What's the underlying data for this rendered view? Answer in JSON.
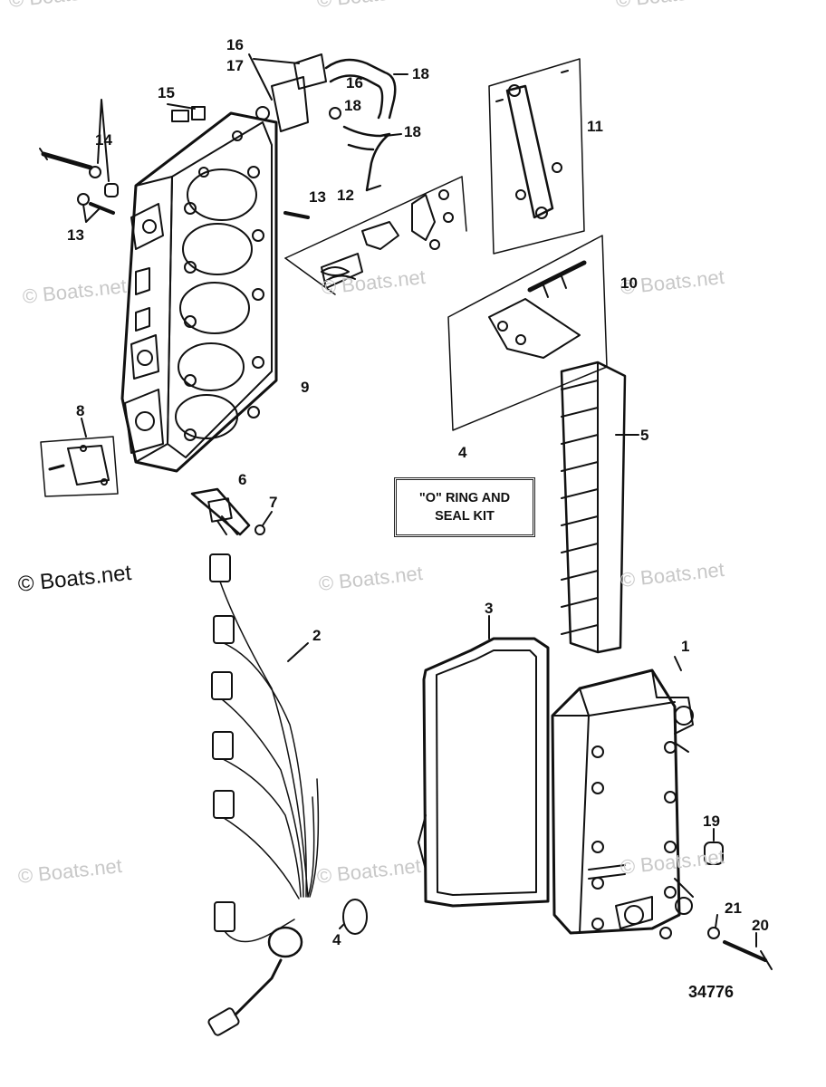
{
  "watermark": {
    "text": "© Boats.net"
  },
  "callouts": {
    "c1": "1",
    "c2": "2",
    "c3": "3",
    "c4a": "4",
    "c4b": "4",
    "c5": "5",
    "c6": "6",
    "c7": "7",
    "c8": "8",
    "c9": "9",
    "c10": "10",
    "c11": "11",
    "c12": "12",
    "c13a": "13",
    "c13b": "13",
    "c14": "14",
    "c15": "15",
    "c16a": "16",
    "c16b": "16",
    "c17": "17",
    "c18a": "18",
    "c18b": "18",
    "c18c": "18",
    "c19": "19",
    "c20": "20",
    "c21": "21"
  },
  "kit_box": {
    "line1": "\"O\" RING AND",
    "line2": "SEAL KIT"
  },
  "figure_number": "34776"
}
